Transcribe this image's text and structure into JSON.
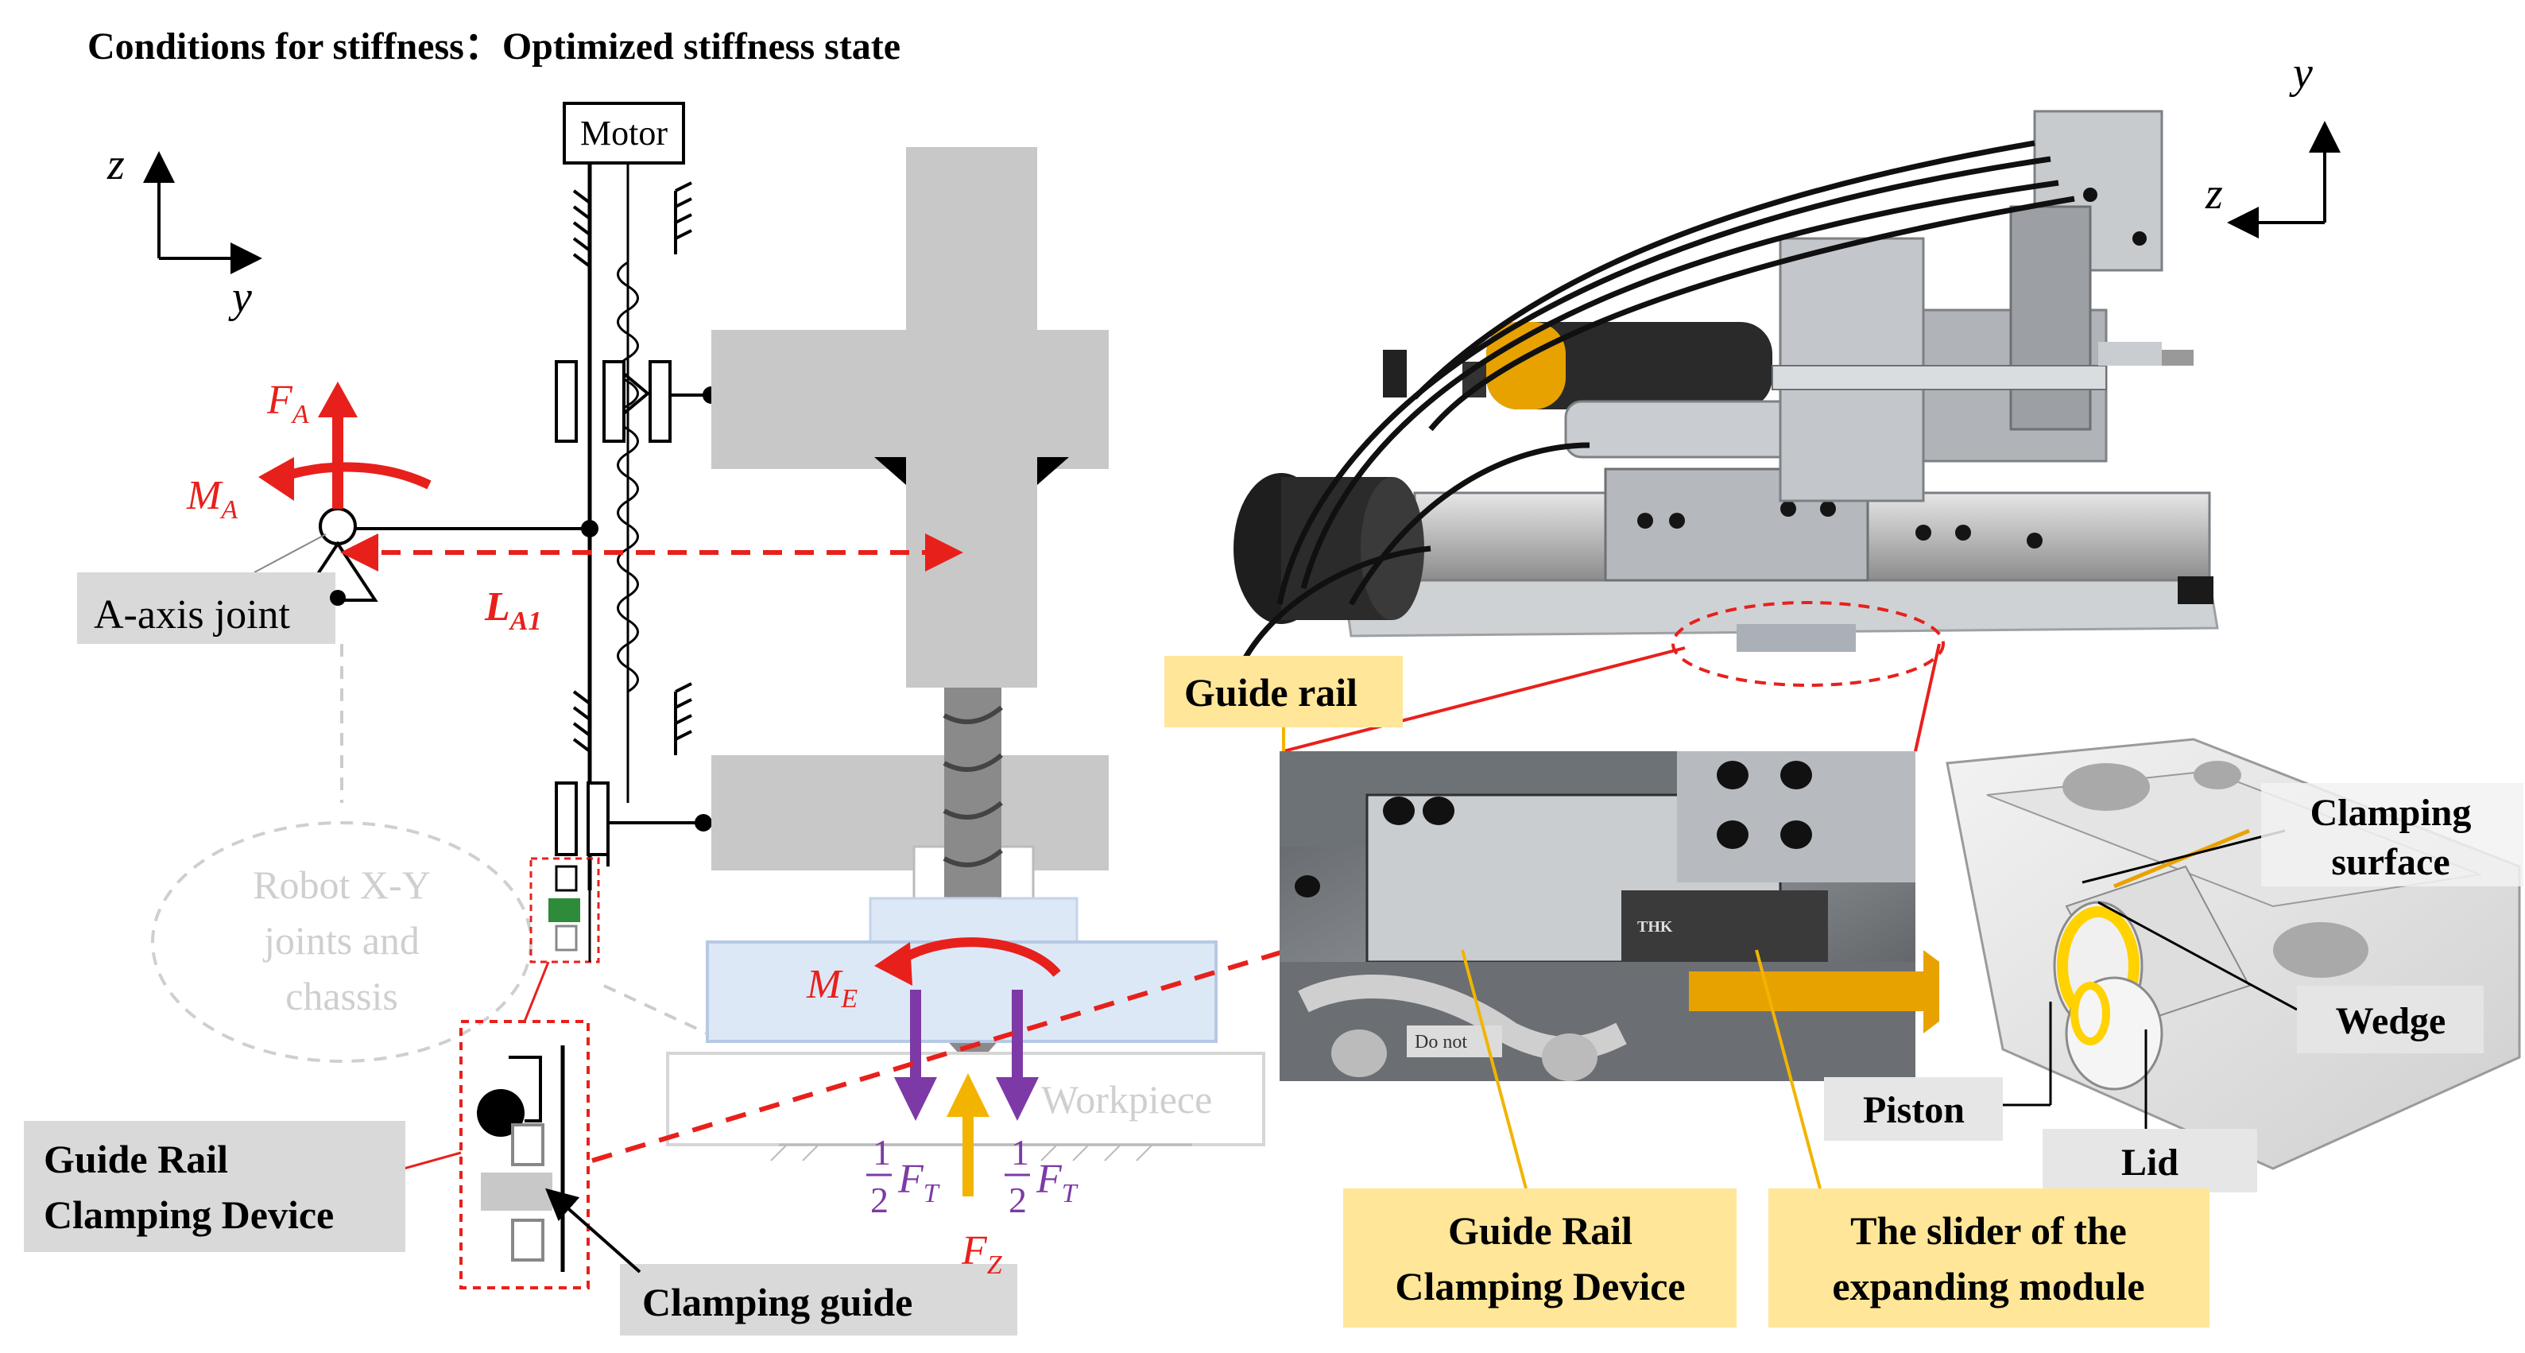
{
  "title": "Conditions for stiffness：Optimized stiffness state",
  "schematic": {
    "axes": {
      "z": "z",
      "y": "y"
    },
    "motor": "Motor",
    "force_a": {
      "base": "F",
      "sub": "A"
    },
    "moment_a": {
      "base": "M",
      "sub": "A"
    },
    "length_a1": {
      "base": "L",
      "sub": "A1"
    },
    "a_axis_joint": "A-axis joint",
    "robot_joints": [
      "Robot X-Y",
      "joints and",
      "chassis"
    ],
    "moment_e": {
      "base": "M",
      "sub": "E"
    },
    "workpiece": "Workpiece",
    "half": {
      "num": "1",
      "den": "2"
    },
    "force_t": {
      "base": "F",
      "sub": "T"
    },
    "force_z": {
      "base": "F",
      "sub": "Z"
    },
    "guide_rail_clamping_device": [
      "Guide Rail",
      "Clamping Device"
    ],
    "clamping_guide": "Clamping guide"
  },
  "photo": {
    "axes": {
      "y": "y",
      "z": "z"
    },
    "guide_rail": "Guide rail",
    "detail_text": "Do not",
    "rail_brand": "THK",
    "guide_rail_clamping_device": [
      "Guide Rail",
      "Clamping Device"
    ],
    "slider_label": [
      "The slider of the",
      "expanding module"
    ],
    "clamping_surface": [
      "Clamping",
      "surface"
    ],
    "wedge": "Wedge",
    "piston": "Piston",
    "lid": "Lid"
  },
  "colors": {
    "red": "#e8201c",
    "purple": "#7d3aa6",
    "yellow": "#f2b400",
    "label_gray": "#d9d9d9",
    "label_yellow": "#ffe699",
    "part_gray": "#c8c8c8",
    "guide_green": "#2e8b3a"
  }
}
